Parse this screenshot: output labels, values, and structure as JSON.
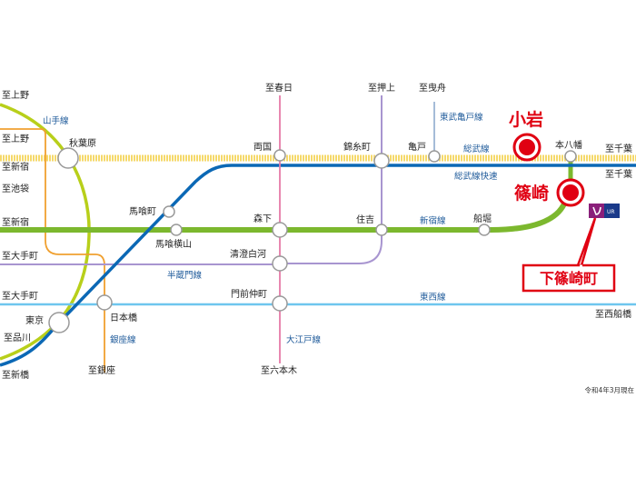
{
  "colors": {
    "sobu": "#f5d96a",
    "sobu_rapid": "#0b68b5",
    "yamanote": "#b8cf1a",
    "ginza": "#f0a030",
    "shinjuku": "#7cb82e",
    "hanzomon": "#a895d0",
    "tozai": "#6ec6ee",
    "oedo": "#e57aa8",
    "tobu": "#9bb4d4",
    "highlight": "#e00012"
  },
  "lines": {
    "yamanote": "山手線",
    "sobu": "総武線",
    "sobu_rapid": "総武線快速",
    "tobu_kameido": "東武亀戸線",
    "shinjuku": "新宿線",
    "hanzomon": "半蔵門線",
    "tozai": "東西線",
    "ginza": "銀座線",
    "oedo": "大江戸線"
  },
  "stations": {
    "akihabara": "秋葉原",
    "ryogoku": "両国",
    "kinshicho": "錦糸町",
    "kameido": "亀戸",
    "motoyawata": "本八幡",
    "bakurocho": "馬喰町",
    "bakuroyokoyama": "馬喰横山",
    "morishita": "森下",
    "sumiyoshi": "住吉",
    "funabori": "船堀",
    "kiyosumi": "清澄白河",
    "monzen": "門前仲町",
    "nihonbashi": "日本橋",
    "tokyo": "東京"
  },
  "highlights": {
    "koiwa": "小岩",
    "shinozaki": "篠崎",
    "shimoshinozaki": "下篠崎町",
    "logo": "UR"
  },
  "directions": {
    "ueno1": "至上野",
    "ueno2": "至上野",
    "shinjuku1": "至新宿",
    "ikebukuro": "至池袋",
    "shinjuku2": "至新宿",
    "otemachi1": "至大手町",
    "otemachi2": "至大手町",
    "shinagawa": "至品川",
    "shimbashi": "至新橋",
    "ginza": "至銀座",
    "kasuga": "至春日",
    "oshiage": "至押上",
    "hikifune": "至曳舟",
    "chiba1": "至千葉",
    "chiba2": "至千葉",
    "nishifunabashi": "至西船橋",
    "roppongi": "至六本木"
  },
  "note": "令和4年3月現在"
}
